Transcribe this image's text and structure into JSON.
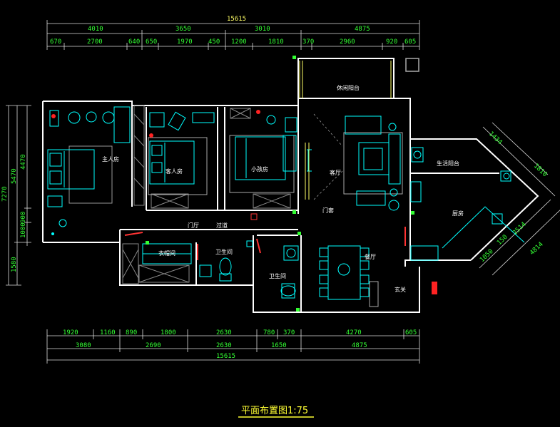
{
  "dimensions": {
    "top_total": "15615",
    "top_row1": [
      "4010",
      "3650",
      "3010",
      "4875"
    ],
    "top_row2": [
      "670",
      "2700",
      "640",
      "650",
      "1970",
      "450",
      "1200",
      "1810",
      "370",
      "2960",
      "920",
      "605"
    ],
    "bottom_row1": [
      "1920",
      "1160",
      "890",
      "1800",
      "2630",
      "780",
      "370",
      "4270",
      "605"
    ],
    "bottom_row2": [
      "3080",
      "2690",
      "2630",
      "1650",
      "4875"
    ],
    "bottom_total": "15615",
    "left_outer": [
      "7270"
    ],
    "left_mid": [
      "5470",
      "1580"
    ],
    "left_inner": [
      "4470",
      "1000",
      "900"
    ],
    "right_diag_top": [
      "1434",
      "1810"
    ],
    "right_diag_mid": [
      "2514"
    ],
    "right_diag_bottom": [
      "1050",
      "150",
      "4814"
    ]
  },
  "rooms": {
    "master": "主人房",
    "guest": "客人房",
    "kids": "小孩房",
    "living": "客厅",
    "leisure_balcony": "休闲阳台",
    "service_balcony": "生活阳台",
    "kitchen": "厨房",
    "dining": "餐厅",
    "entrance": "玄关",
    "corridor": "过道",
    "wardrobe": "衣帽间",
    "bath1": "卫生间",
    "bath2": "卫生间",
    "door_hall": "门厅",
    "living_gate": "门套"
  },
  "title": "平面布置图1:75",
  "colors": {
    "background": "#000000",
    "walls": "#ffffff",
    "furniture": "#00ffff",
    "dimension_text": "#33ff33",
    "doors": "#ff3333",
    "title": "#ffff33"
  }
}
